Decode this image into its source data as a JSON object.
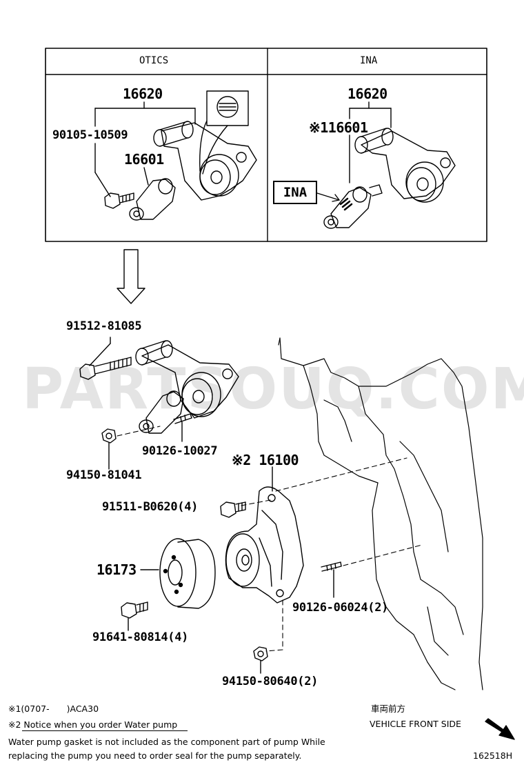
{
  "watermark": "PARTSOUQ.COM",
  "panel": {
    "otics_header": "OTICS",
    "ina_header": "INA",
    "ina_label": "INA"
  },
  "labels": {
    "otics_16620": "16620",
    "otics_90105": "90105-10509",
    "otics_16601": "16601",
    "ina_16620": "16620",
    "ina_16601": "※116601",
    "p91512": "91512-81085",
    "p94150_81041": "94150-81041",
    "p90126_10027": "90126-10027",
    "p16100": "※2 16100",
    "p91511": "91511-B0620(4)",
    "p16173": "16173",
    "p91641": "91641-80814(4)",
    "p90126_06024": "90126-06024(2)",
    "p94150_80640": "94150-80640(2)"
  },
  "notes": {
    "note1": "※1(0707-　　)ACA30",
    "note2": "※2 Notice when you order Water pump",
    "note3": "Water pump gasket is not included as the component part of pump While",
    "note4": "replacing the pump you need to order seal for the pump separately."
  },
  "footer": {
    "front_jp": "車両前方",
    "front_en": "VEHICLE FRONT SIDE",
    "diagram_id": "162518H"
  }
}
